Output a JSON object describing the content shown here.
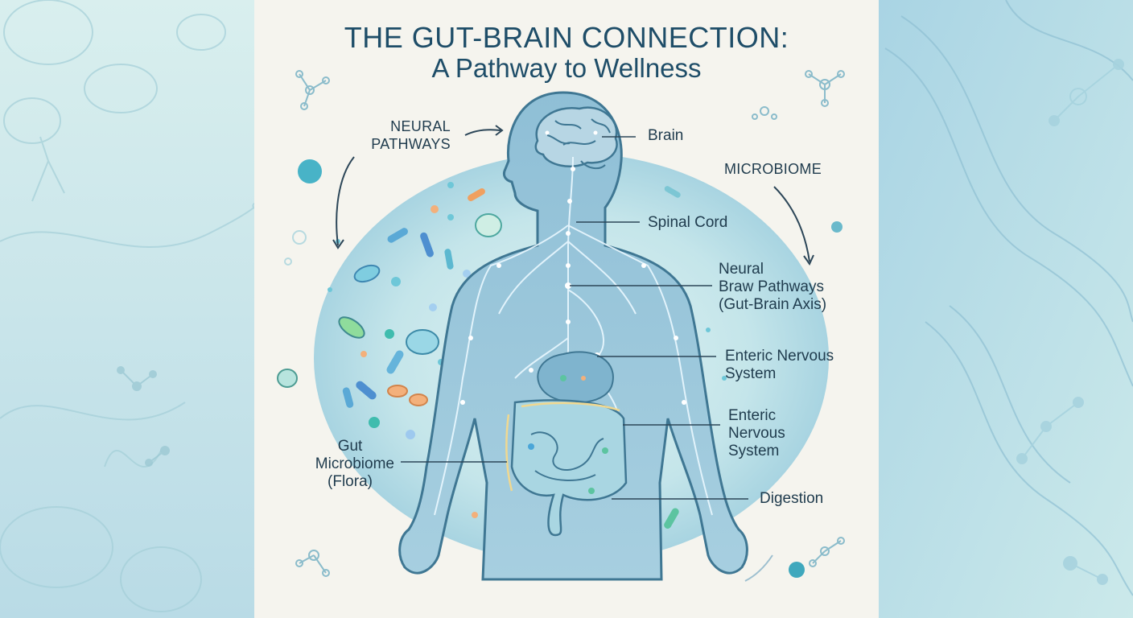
{
  "title": {
    "line1": "THE GUT-BRAIN CONNECTION:",
    "line2": "A Pathway to Wellness"
  },
  "labels": {
    "neural_pathways_top": "NEURAL",
    "neural_pathways_bottom": "PATHWAYS",
    "microbiome": "MICROBIOME",
    "brain": "Brain",
    "spinal_cord": "Spinal Cord",
    "neural_pathways_line1": "Neural",
    "neural_pathways_line2": "Braw Pathways",
    "neural_pathways_line3": "(Gut-Brain Axis)",
    "enteric_1_line1": "Enteric Nervous",
    "enteric_1_line2": "System",
    "enteric_2_line1": "Enteric",
    "enteric_2_line2": "Nervous",
    "enteric_2_line3": "System",
    "gut_line1": "Gut",
    "gut_line2": "Microbiome",
    "gut_line3": "(Flora)",
    "digestion": "Digestion"
  },
  "colors": {
    "title": "#1e4d68",
    "label_text": "#1f3b4d",
    "panel": "#f5f4ee",
    "side_background": "#cfe8ec",
    "body_fill": "#9cc6da",
    "body_outline": "#3f7793",
    "aura": "#bfe3ea",
    "nerve_glow": "#ffffff",
    "microbe_teal": "#5fb9c9",
    "microbe_orange": "#f0a060"
  },
  "icons": {
    "pathway_arrow": "curved-arrow-icon",
    "molecule": "molecule-icon",
    "bacteria": "bacteria-icon"
  }
}
